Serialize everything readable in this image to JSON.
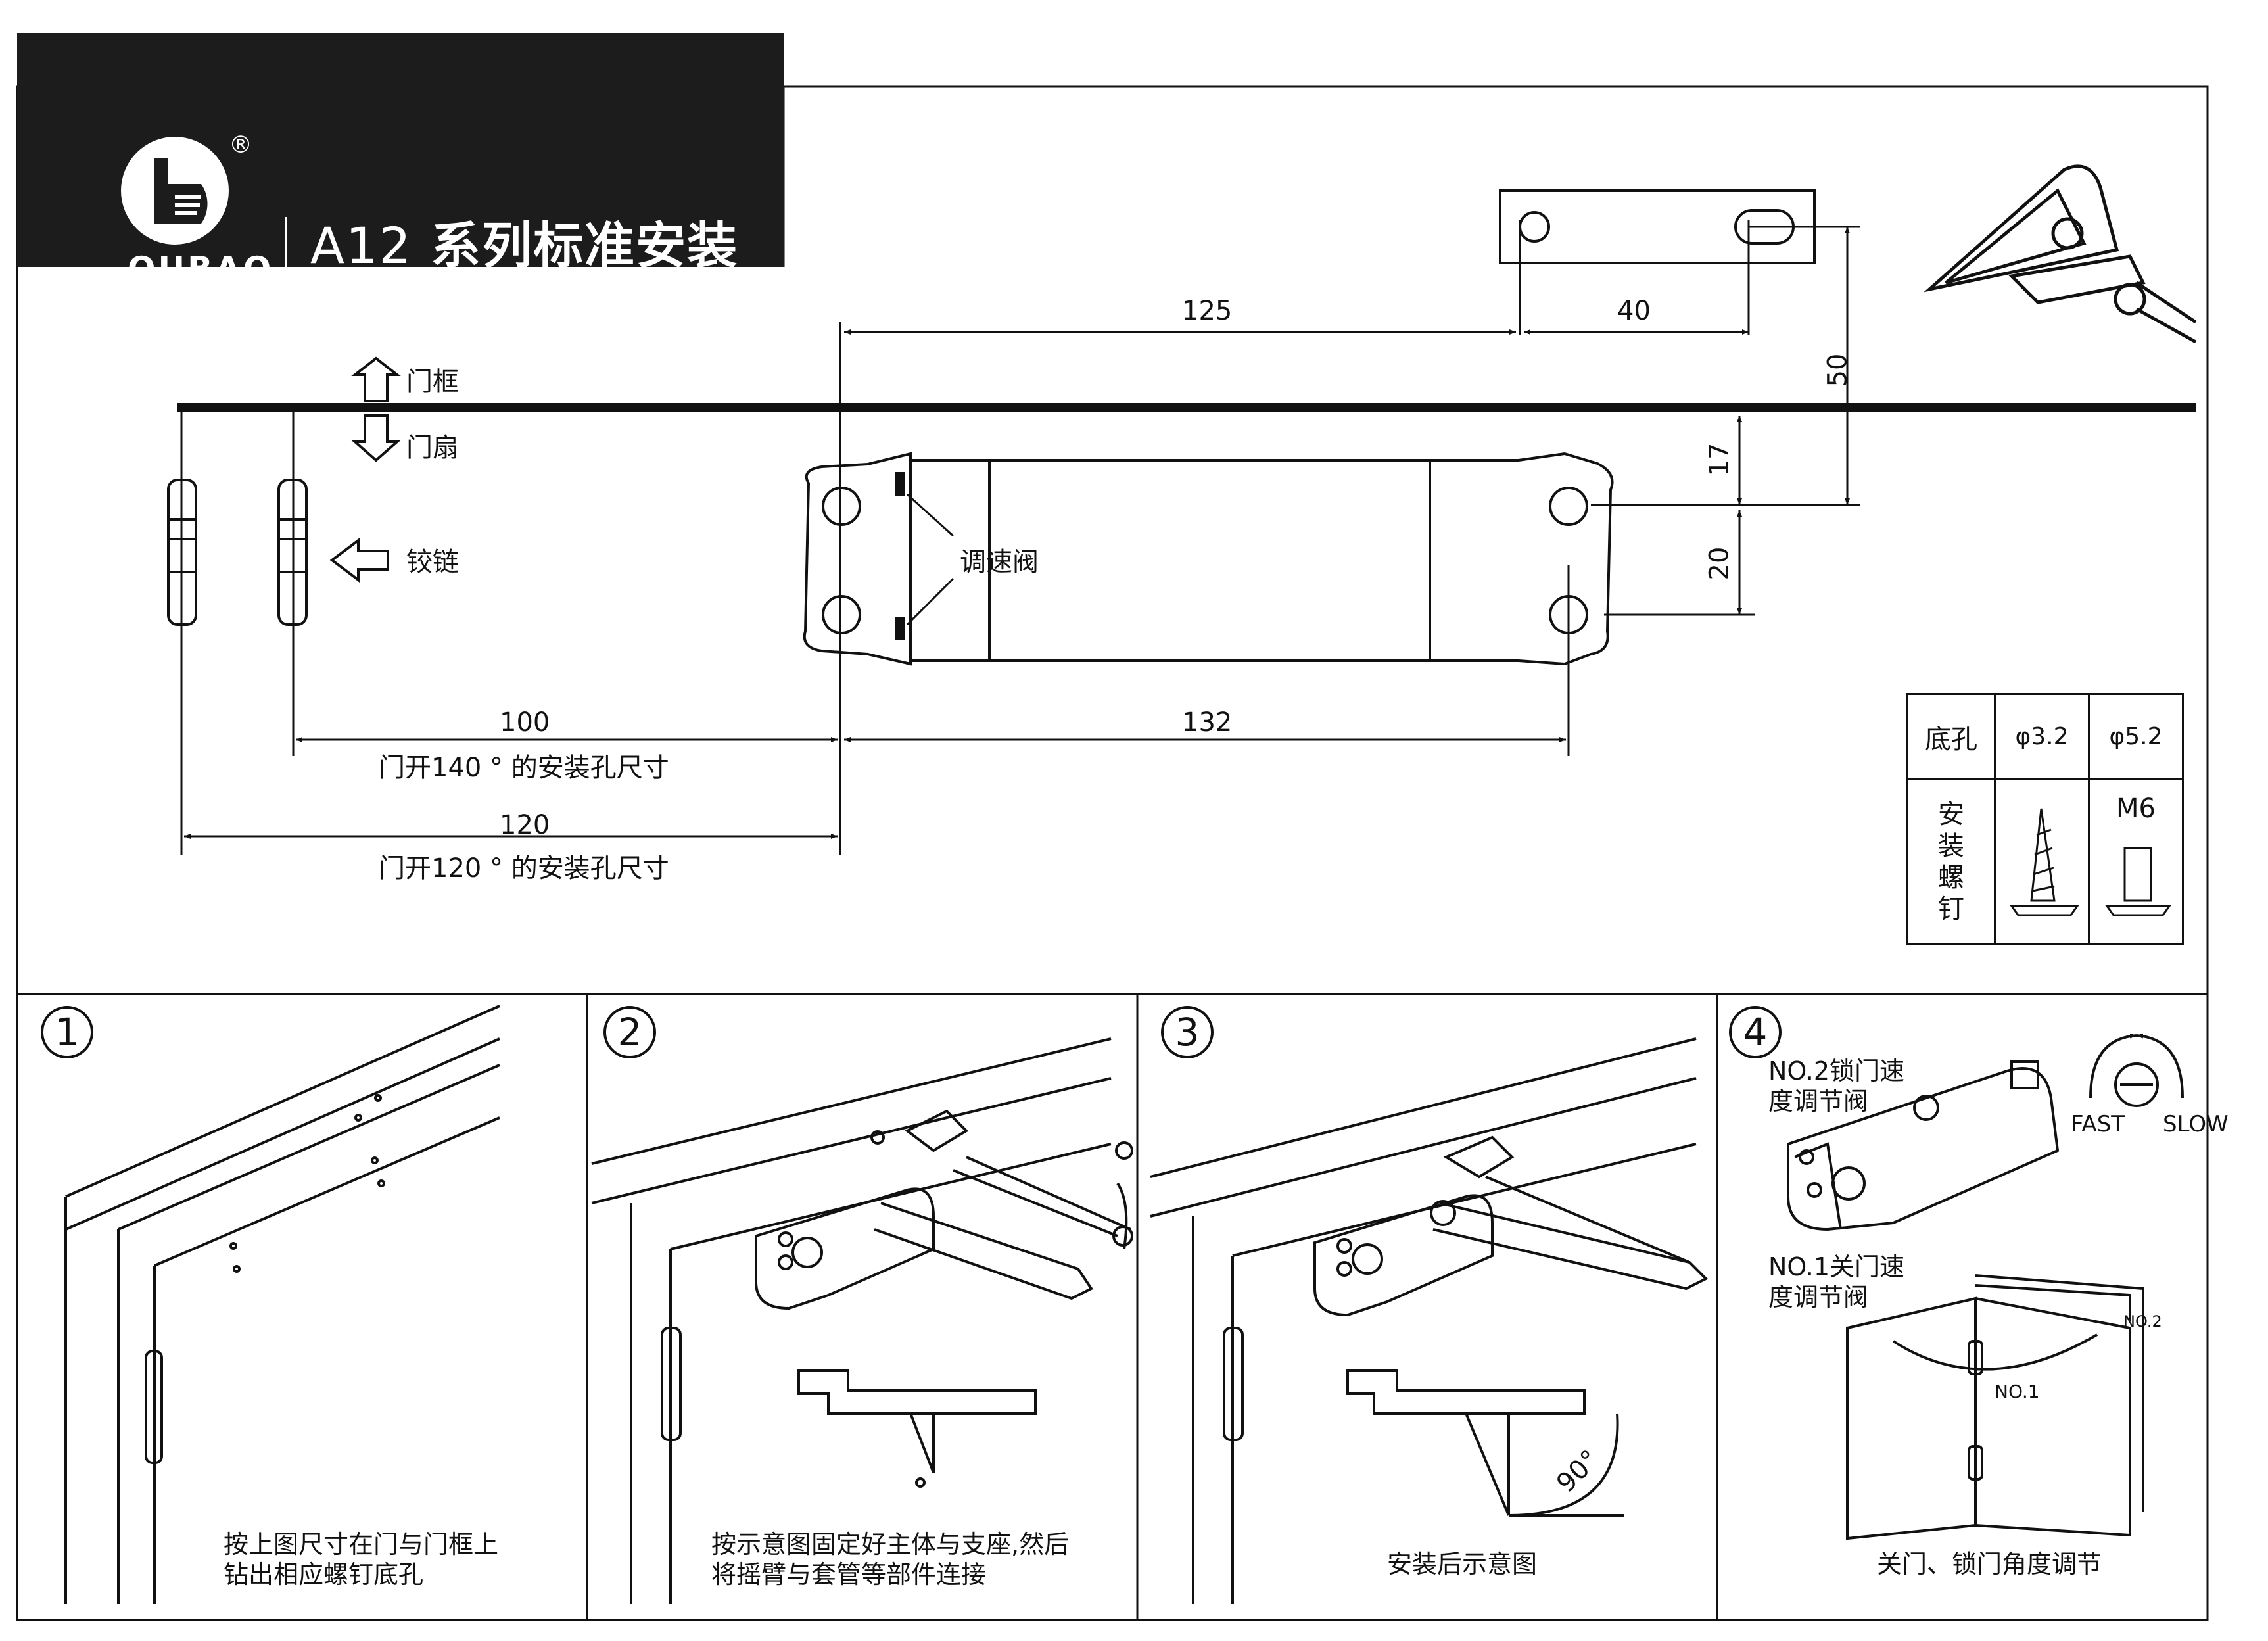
{
  "brand": {
    "logo_text": "OUBAO",
    "registered": "®"
  },
  "title": {
    "model": "A12",
    "text": "系列标准安装"
  },
  "labels": {
    "door_frame": "门框",
    "door_leaf": "门扇",
    "hinge": "铰链",
    "speed_valve": "调速阀"
  },
  "dimensions": {
    "d125": "125",
    "d40": "40",
    "d50": "50",
    "d17": "17",
    "d20": "20",
    "d100": "100",
    "d132": "132",
    "d120": "120",
    "note_140": "门开140 ° 的安装孔尺寸",
    "note_120": "门开120 ° 的安装孔尺寸"
  },
  "screw_table": {
    "hole_label": "底孔",
    "dia1": "φ3.2",
    "dia2": "φ5.2",
    "screw_label": "安装螺钉",
    "screw2": "M6"
  },
  "steps": [
    {
      "num": "1",
      "caption_line1": "按上图尺寸在门与门框上",
      "caption_line2": "钻出相应螺钉底孔"
    },
    {
      "num": "2",
      "caption_line1": "按示意图固定好主体与支座,然后",
      "caption_line2": "将摇臂与套管等部件连接"
    },
    {
      "num": "3",
      "caption_line1": "安装后示意图",
      "angle": "90°"
    },
    {
      "num": "4",
      "caption_line1": "关门、锁门角度调节",
      "valve2_line1": "NO.2锁门速",
      "valve2_line2": "度调节阀",
      "valve1_line1": "NO.1关门速",
      "valve1_line2": "度调节阀",
      "fast": "FAST",
      "slow": "SLOW",
      "no1": "NO.1",
      "no2": "NO.2"
    }
  ]
}
